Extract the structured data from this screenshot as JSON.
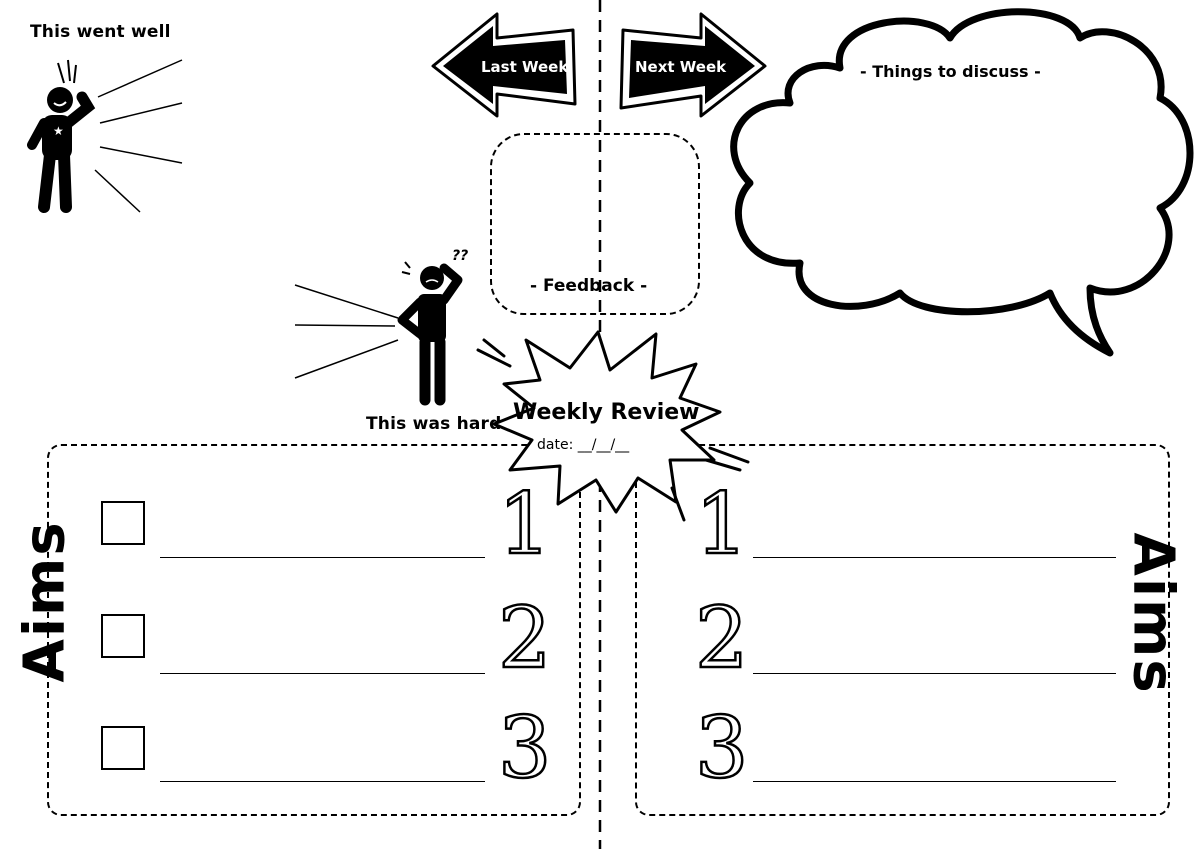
{
  "went_well": {
    "label": "This went well"
  },
  "was_hard": {
    "label": "This was hard",
    "question": "??"
  },
  "nav": {
    "last_week": "Last Week",
    "next_week": "Next Week"
  },
  "feedback": {
    "label": "- Feedback -"
  },
  "discuss": {
    "label": "- Things to discuss -"
  },
  "review": {
    "title": "Weekly Review",
    "date": "date: __/__/__"
  },
  "left_panel": {
    "title": "Aims",
    "items": [
      {
        "number": "1"
      },
      {
        "number": "2"
      },
      {
        "number": "3"
      }
    ]
  },
  "right_panel": {
    "title": "Aims",
    "items": [
      {
        "number": "1"
      },
      {
        "number": "2"
      },
      {
        "number": "3"
      }
    ]
  }
}
